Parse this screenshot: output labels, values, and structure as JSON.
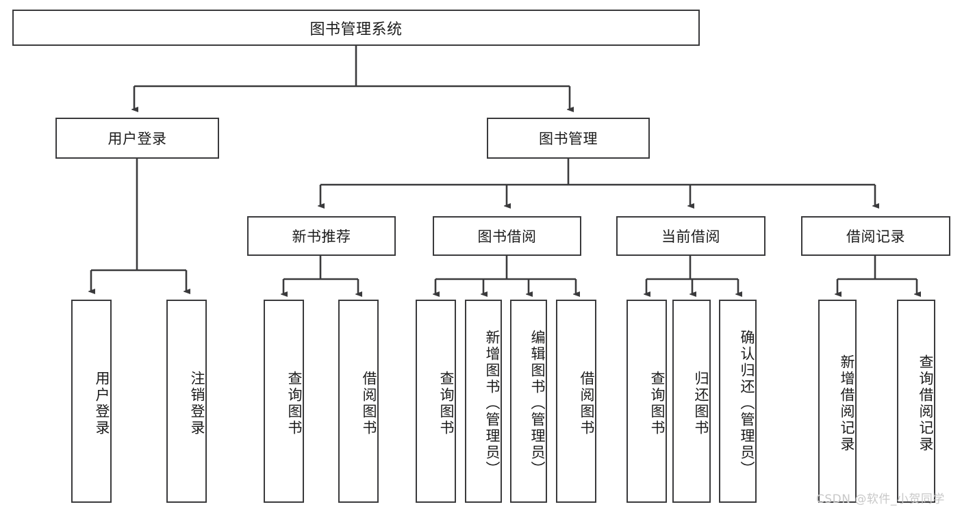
{
  "diagram": {
    "title": "图书管理系统",
    "type": "hierarchy-tree",
    "background_color": "#ffffff",
    "line_color": "#3a3a3c",
    "text_color": "#1b1b1b",
    "root": {
      "label": "图书管理系统"
    },
    "level2": [
      {
        "label": "用户登录"
      },
      {
        "label": "图书管理"
      }
    ],
    "level3": [
      {
        "label": "新书推荐"
      },
      {
        "label": "图书借阅"
      },
      {
        "label": "当前借阅"
      },
      {
        "label": "借阅记录"
      }
    ],
    "leaves": {
      "user_login": [
        {
          "label": "用户登录"
        },
        {
          "label": "注销登录"
        }
      ],
      "new_book_recommend": [
        {
          "label": "查询图书"
        },
        {
          "label": "借阅图书"
        }
      ],
      "book_borrow": [
        {
          "label": "查询图书"
        },
        {
          "label": "新增图书（管理员）"
        },
        {
          "label": "编辑图书（管理员）"
        },
        {
          "label": "借阅图书"
        }
      ],
      "current_borrow": [
        {
          "label": "查询图书"
        },
        {
          "label": "归还图书"
        },
        {
          "label": "确认归还（管理员）"
        }
      ],
      "borrow_record": [
        {
          "label": "新增借阅记录"
        },
        {
          "label": "查询借阅记录"
        }
      ]
    }
  },
  "watermark": {
    "text": "CSDN @软件_小贺同学"
  }
}
